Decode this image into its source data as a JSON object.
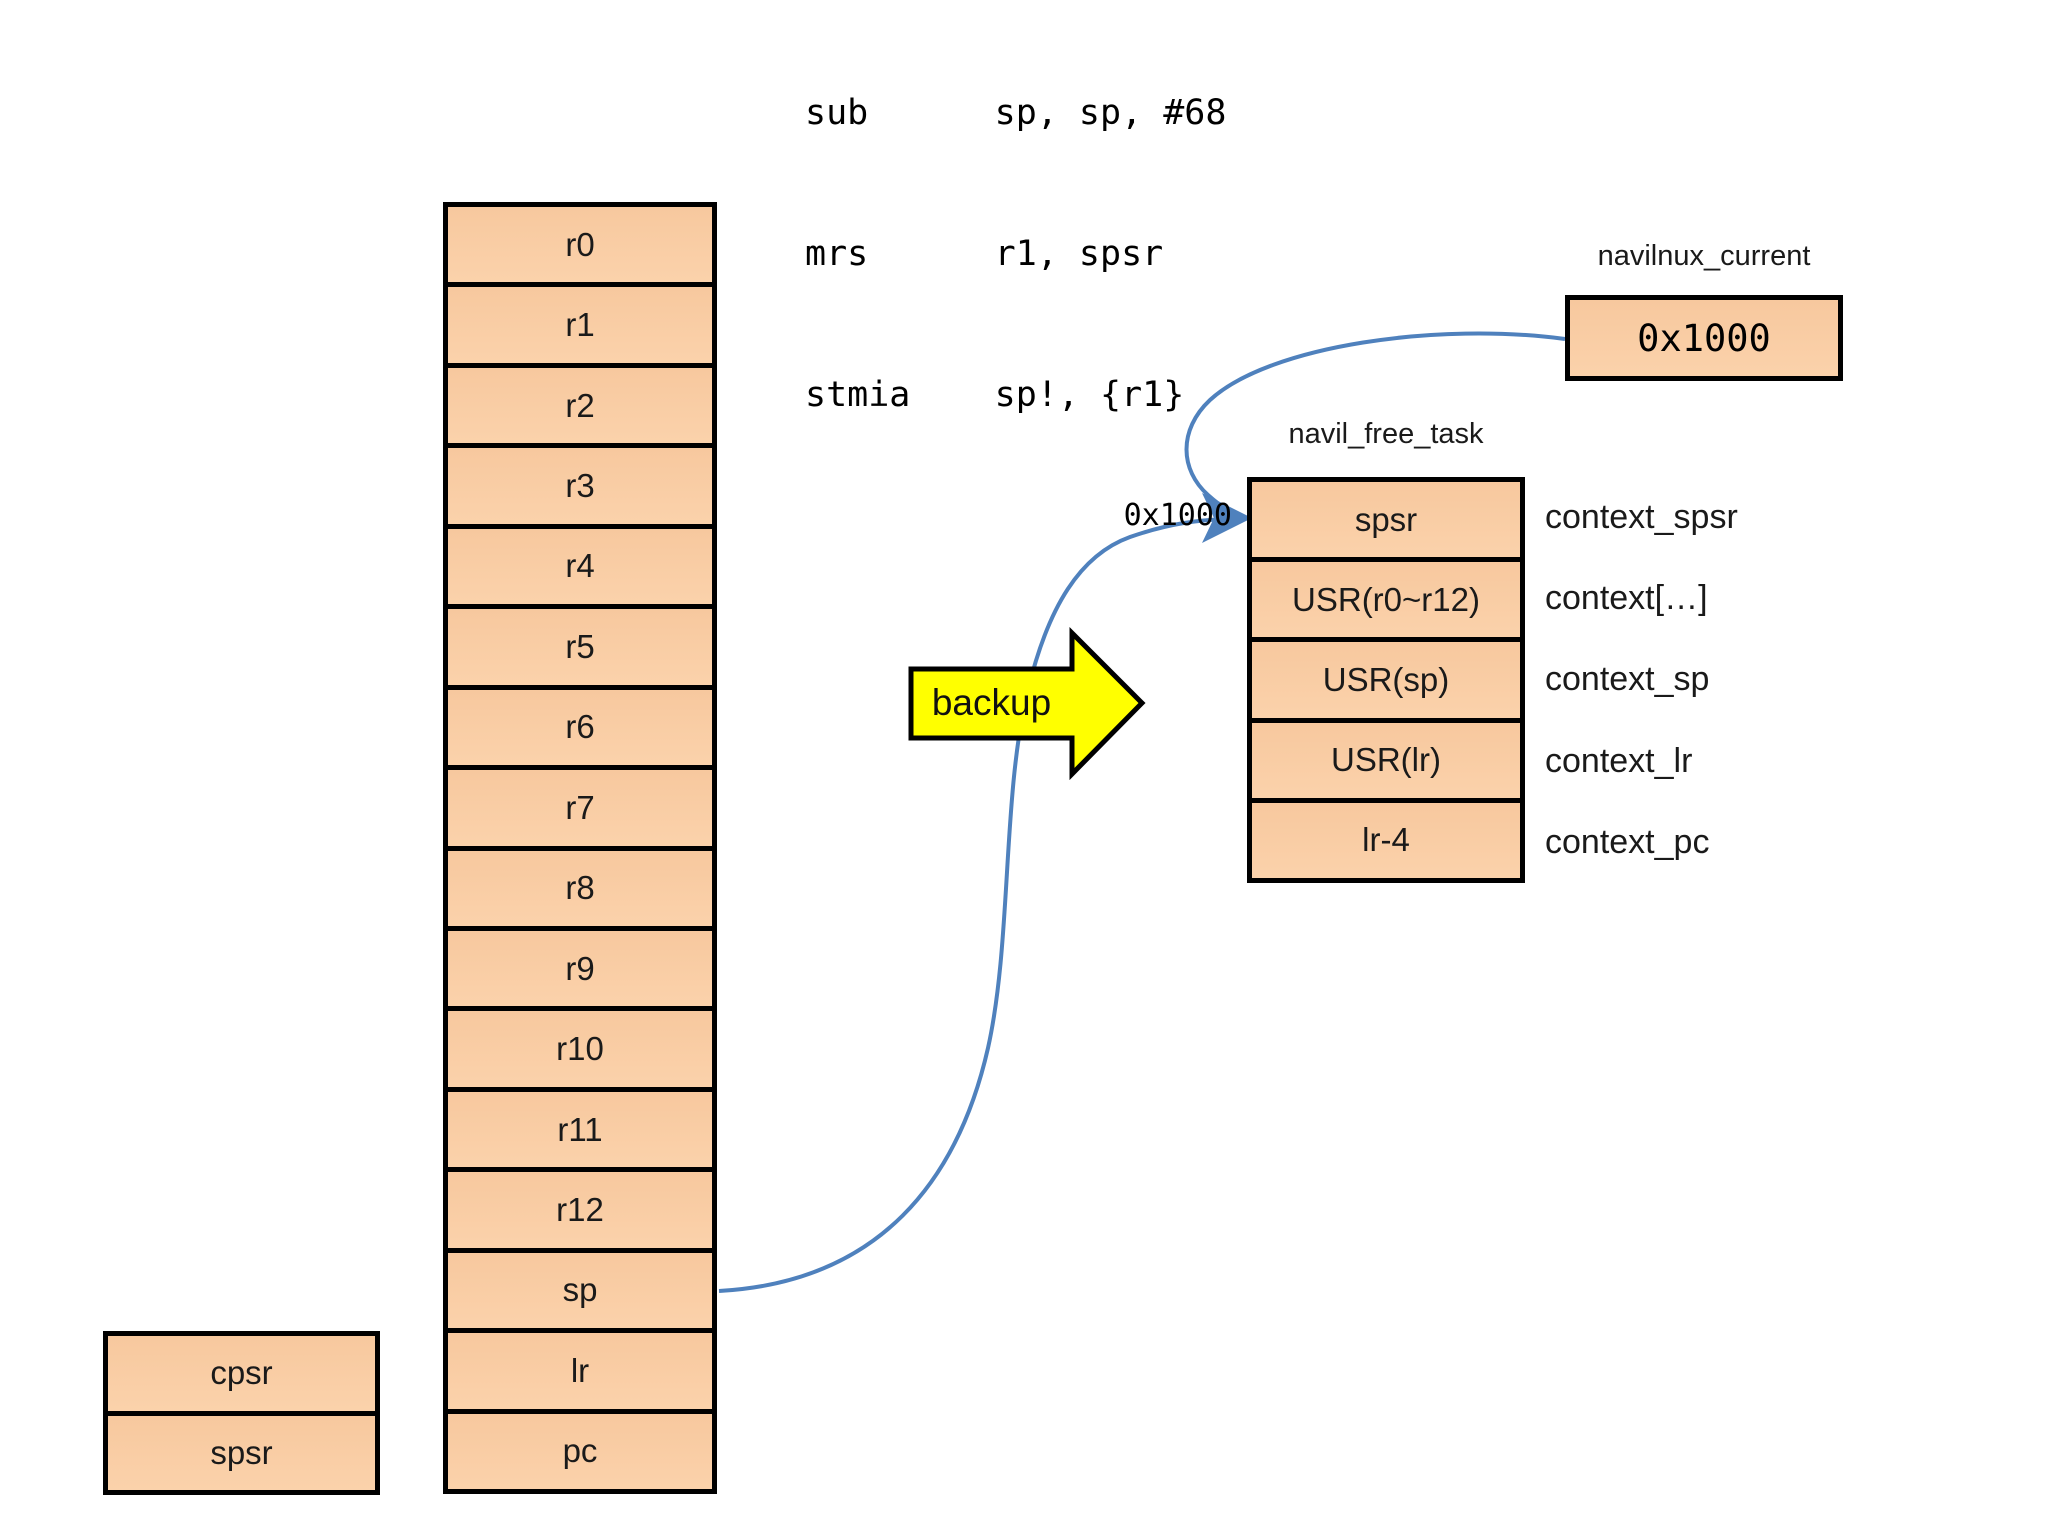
{
  "code": {
    "lines": [
      "sub      sp, sp, #68",
      "mrs      r1, spsr",
      "stmia    sp!, {r1}"
    ]
  },
  "register_stack": {
    "cells": [
      "r0",
      "r1",
      "r2",
      "r3",
      "r4",
      "r5",
      "r6",
      "r7",
      "r8",
      "r9",
      "r10",
      "r11",
      "r12",
      "sp",
      "lr",
      "pc"
    ]
  },
  "status_registers": {
    "cells": [
      "cpsr",
      "spsr"
    ]
  },
  "backup_arrow": {
    "label": "backup"
  },
  "pointer_label": "0x1000",
  "navilnux_current": {
    "title": "navilnux_current",
    "value": "0x1000"
  },
  "navil_free_task": {
    "title": "navil_free_task",
    "cells": [
      "spsr",
      "USR(r0~r12)",
      "USR(sp)",
      "USR(lr)",
      "lr-4"
    ],
    "field_labels": [
      "context_spsr",
      "context[…]",
      "context_sp",
      "context_lr",
      "context_pc"
    ]
  },
  "colors": {
    "box_fill": "#f9cca4",
    "box_border": "#000000",
    "connector_blue": "#4f81bd",
    "arrow_yellow": "#ffff00"
  }
}
